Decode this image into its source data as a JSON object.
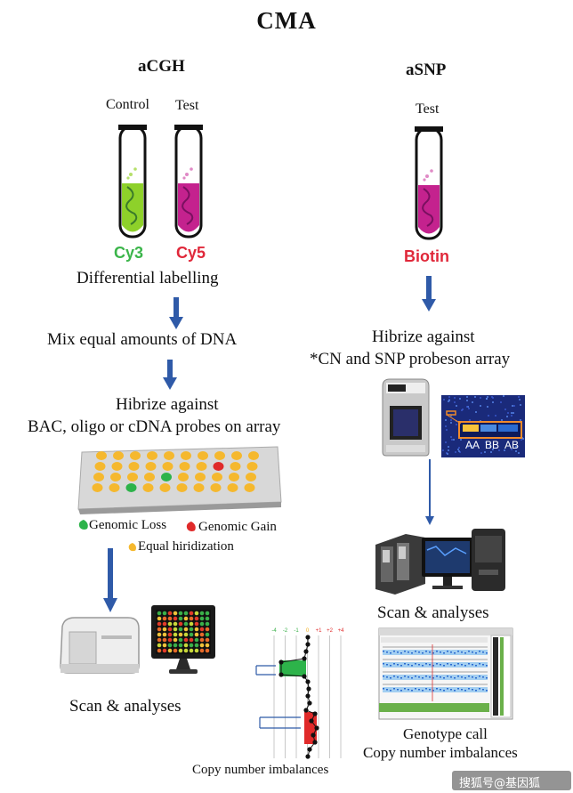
{
  "title": "CMA",
  "acgh": {
    "heading": "aCGH",
    "tube_labels": [
      "Control",
      "Test"
    ],
    "dyes": [
      {
        "text": "Cy3",
        "color": "#3bb54a"
      },
      {
        "text": "Cy5",
        "color": "#e0283a"
      }
    ],
    "step1": "Differential labelling",
    "step2": "Mix equal amounts of DNA",
    "step3_line1": "Hibrize against",
    "step3_line2": "BAC, oligo or cDNA  probes on array",
    "legend": {
      "loss": "Genomic Loss",
      "gain": "Genomic Gain",
      "equal": "Equal hiridization"
    },
    "scan": "Scan & analyses",
    "copy_number": "Copy number imbalances",
    "plot_ticks": [
      "-4",
      "-2",
      "-1",
      "0",
      "+1",
      "+2",
      "+4"
    ]
  },
  "asnp": {
    "heading": "aSNP",
    "tube_label": "Test",
    "dye": {
      "text": "Biotin",
      "color": "#e0283a"
    },
    "step1_line1": "Hibrize against",
    "step1_line2": "*CN and SNP  probeson array",
    "genotype_labels": [
      "AA",
      "BB",
      "AB"
    ],
    "scan": "Scan & analyses",
    "result_line1": "Genotype call",
    "result_line2": "Copy number imbalances"
  },
  "watermark": "搜狐号@基因狐",
  "colors": {
    "arrow": "#2f5aa8",
    "loss": "#2db34a",
    "gain": "#e02a2a",
    "equal": "#f5b82e",
    "tube_green": "#8ed12a",
    "tube_magenta": "#c4228e"
  }
}
